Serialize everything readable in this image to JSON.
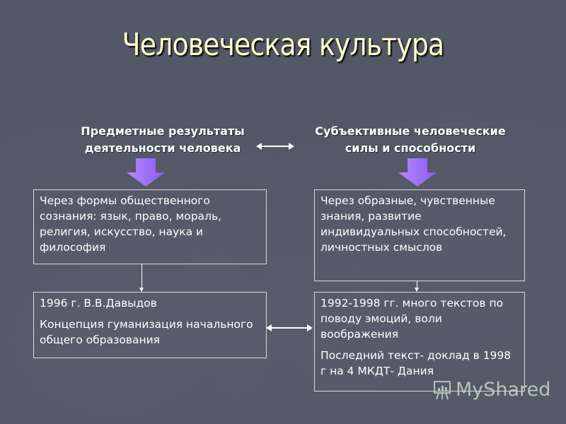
{
  "title": "Человеческая  культура",
  "headings": {
    "left": [
      "Предметные результаты",
      "деятельности человека"
    ],
    "right": [
      "Субъективные человеческие",
      "силы и способности"
    ]
  },
  "boxes": {
    "top_left": {
      "text": "Через формы общественного сознания:  язык, право, мораль, религия, искусство, наука и философия"
    },
    "top_right": {
      "text": "Через образные, чувственные знания, развитие индивидуальных способностей, личностных смыслов"
    },
    "bottom_left": {
      "line1": "1996 г. В.В.Давыдов",
      "line2": "Концепция гуманизация начального общего образования"
    },
    "bottom_right": {
      "line1": "1992-1998 гг. много текстов по поводу эмоций, воли воображения",
      "line2": "Последний текст- доклад в 1998 г на 4 МКДТ- Дания"
    }
  },
  "watermark": {
    "label": "MyShared",
    "icon": "presentation-board-icon"
  },
  "colors": {
    "background": "#545766",
    "title": "#ffffcc",
    "block_arrow": "#9966ff",
    "text": "#ffffff",
    "box_border": "#d8d8dc"
  }
}
